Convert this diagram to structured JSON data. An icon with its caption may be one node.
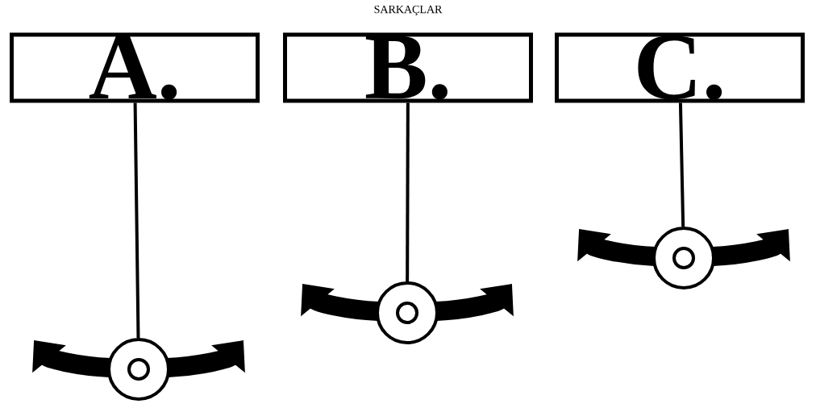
{
  "diagram": {
    "title": "SARKAÇLAR",
    "nodes": [
      {
        "text": [
          "A."
        ]
      },
      {
        "text": [
          "B."
        ]
      },
      {
        "text": [
          "C."
        ]
      },
      {
        "text": [],
        "shape": "circle"
      },
      {
        "text": [],
        "shape": "circle"
      },
      {
        "text": [],
        "shape": "circle"
      }
    ],
    "edges": [
      {
        "from": 0,
        "to": 3,
        "arrow": "none"
      },
      {
        "from": 1,
        "to": 4,
        "arrow": "none"
      },
      {
        "from": 2,
        "to": 5,
        "arrow": "none"
      }
    ]
  }
}
